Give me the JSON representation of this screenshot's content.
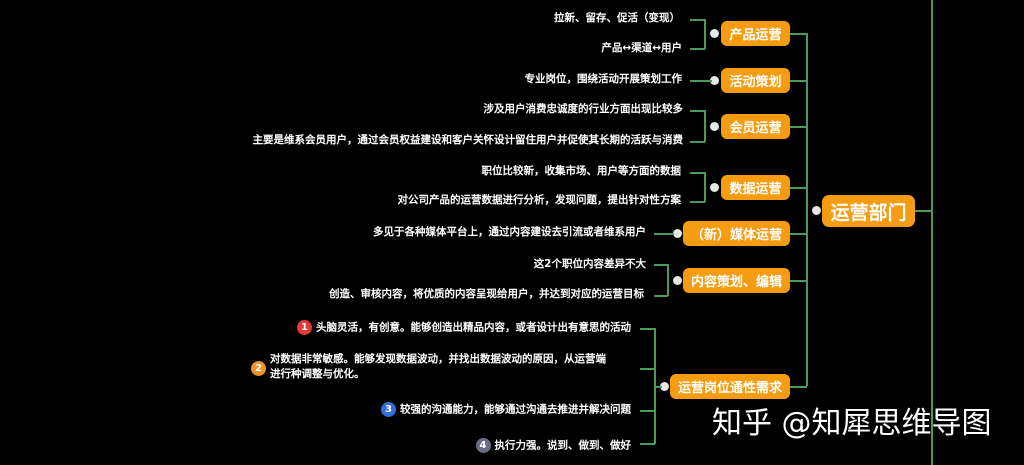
{
  "root": "运营部门",
  "branches": [
    {
      "label": "产品运营",
      "leaves": [
        "拉新、留存、促活（变现）",
        "产品↔渠道↔用户"
      ]
    },
    {
      "label": "活动策划",
      "leaves": [
        "专业岗位，围绕活动开展策划工作"
      ]
    },
    {
      "label": "会员运营",
      "leaves": [
        "涉及用户消费忠诚度的行业方面出现比较多",
        "主要是维系会员用户，通过会员权益建设和客户关怀设计留住用户并促使其长期的活跃与消费"
      ]
    },
    {
      "label": "数据运营",
      "leaves": [
        "职位比较新，收集市场、用户等方面的数据",
        "对公司产品的运营数据进行分析，发现问题，提出针对性方案"
      ]
    },
    {
      "label": "（新）媒体运营",
      "leaves": [
        "多见于各种媒体平台上，通过内容建设去引流或者维系用户"
      ]
    },
    {
      "label": "内容策划、编辑",
      "leaves": [
        "这2个职位内容差异不大",
        "创造、审核内容，将优质的内容呈现给用户，并达到对应的运营目标"
      ]
    },
    {
      "label": "运营岗位通性需求",
      "leaves": [
        {
          "num": "1",
          "color": "#e53935",
          "line1": "头脑灵活，有创意。能够创造出精品内容，或者设计出有意思的活动"
        },
        {
          "num": "2",
          "color": "#f0932b",
          "line1": "对数据非常敏感。能够发现数据波动，并找出数据波动的原因，从运营端",
          "line2": "进行种调整与优化。"
        },
        {
          "num": "3",
          "color": "#2f6fe0",
          "line1": "较强的沟通能力，能够通过沟通去推进并解决问题"
        },
        {
          "num": "4",
          "color": "#6b6f86",
          "line1": "执行力强。说到、做到、做好"
        }
      ]
    }
  ],
  "watermark": "知乎 @知犀思维导图"
}
